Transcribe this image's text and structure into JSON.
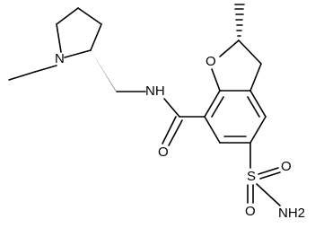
{
  "molecule": {
    "atoms": {
      "n_ring": "N",
      "n_amide": "NH",
      "o_furan": "O",
      "o_carbonyl": "O",
      "s_sulfonyl": "S",
      "o_sulfonyl_1": "O",
      "o_sulfonyl_2": "O",
      "n_sulfonamide": "NH2"
    },
    "colors": {
      "bond": "#000000",
      "text": "#000000",
      "background": "#ffffff"
    }
  }
}
